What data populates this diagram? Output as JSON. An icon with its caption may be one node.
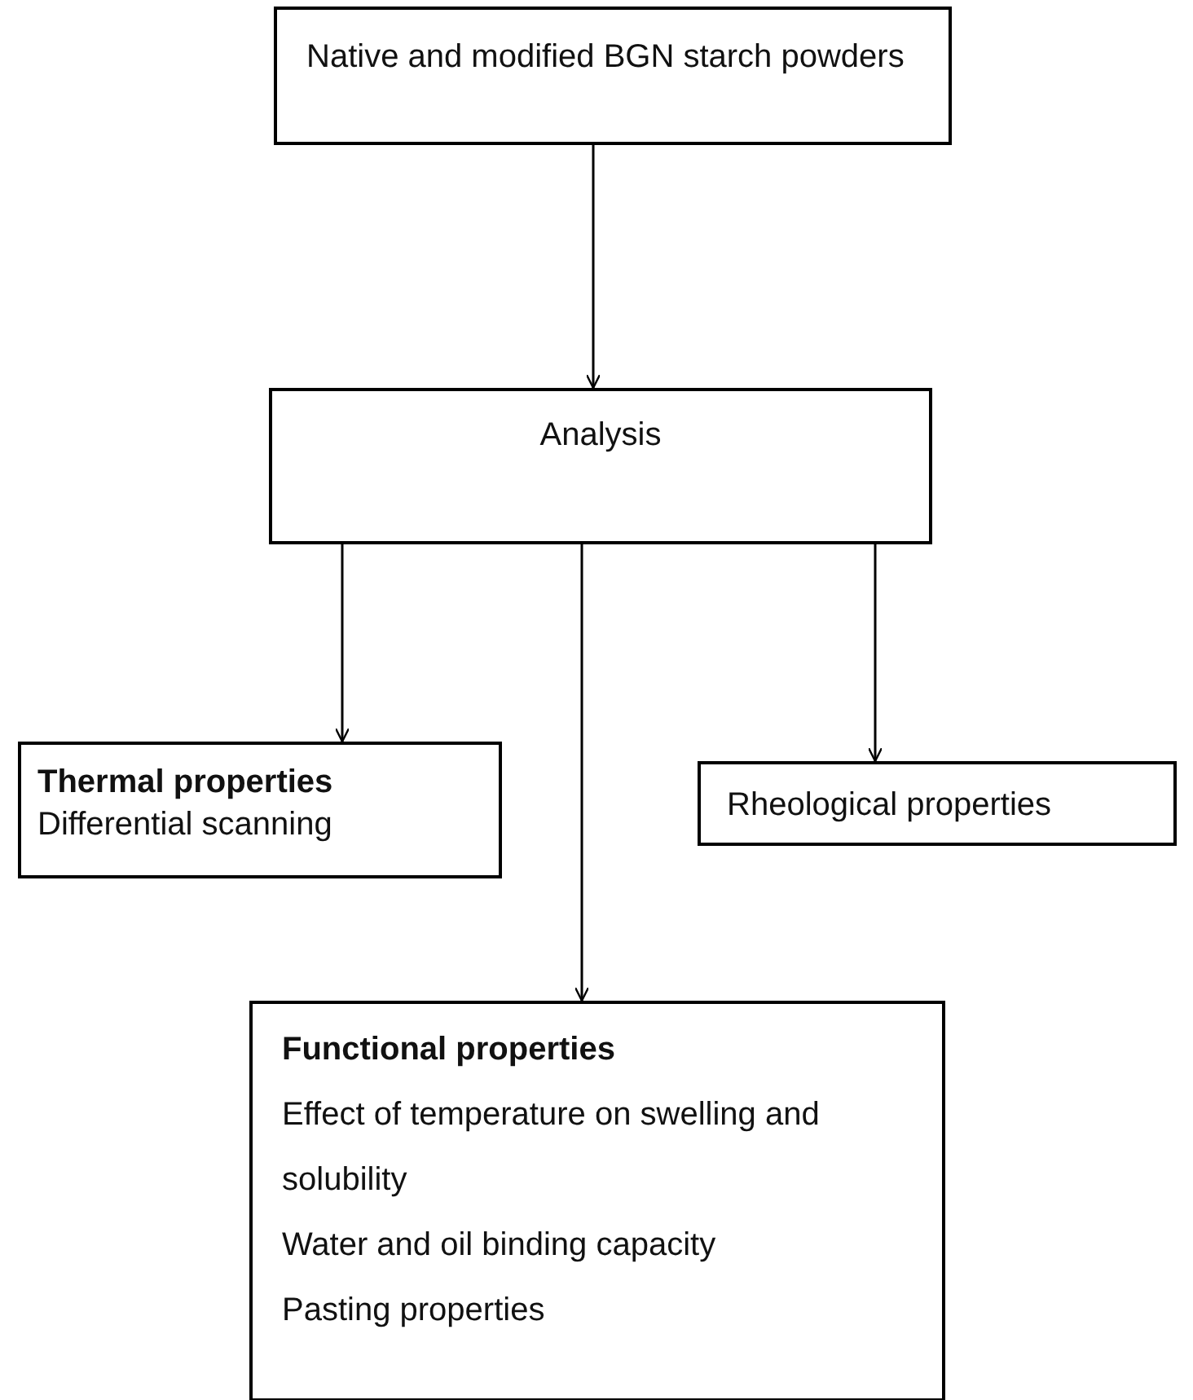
{
  "diagram": {
    "nodes": [
      {
        "text": [
          "Native and modified BGN starch powders"
        ]
      },
      {
        "text": [
          "Analysis"
        ]
      },
      {
        "text": [
          "Thermal properties",
          "Differential scanning"
        ]
      },
      {
        "text": [
          "Rheological properties"
        ]
      },
      {
        "text": [
          "Functional properties",
          "Effect of temperature on swelling and solubility",
          "Water and oil binding capacity",
          "Pasting properties"
        ]
      }
    ],
    "edges": [
      {
        "from": 0,
        "to": 1,
        "arrow": "to"
      },
      {
        "from": 1,
        "to": 2,
        "arrow": "to"
      },
      {
        "from": 1,
        "to": 4,
        "arrow": "to"
      },
      {
        "from": 1,
        "to": 3,
        "arrow": "to"
      }
    ]
  }
}
